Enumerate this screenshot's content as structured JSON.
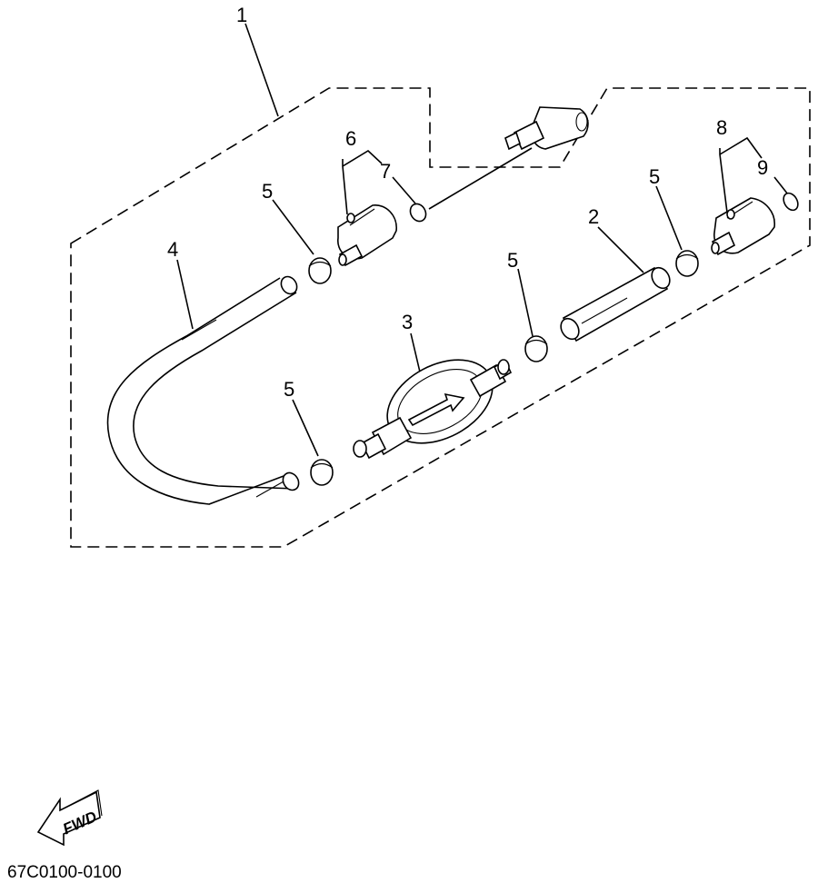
{
  "callouts": {
    "c1": "1",
    "c2": "2",
    "c3": "3",
    "c4": "4",
    "c5a": "5",
    "c5b": "5",
    "c5c": "5",
    "c5d": "5",
    "c6": "6",
    "c7": "7",
    "c8": "8",
    "c9": "9"
  },
  "fwd_label": "FWD",
  "part_number": "67C0100-0100"
}
